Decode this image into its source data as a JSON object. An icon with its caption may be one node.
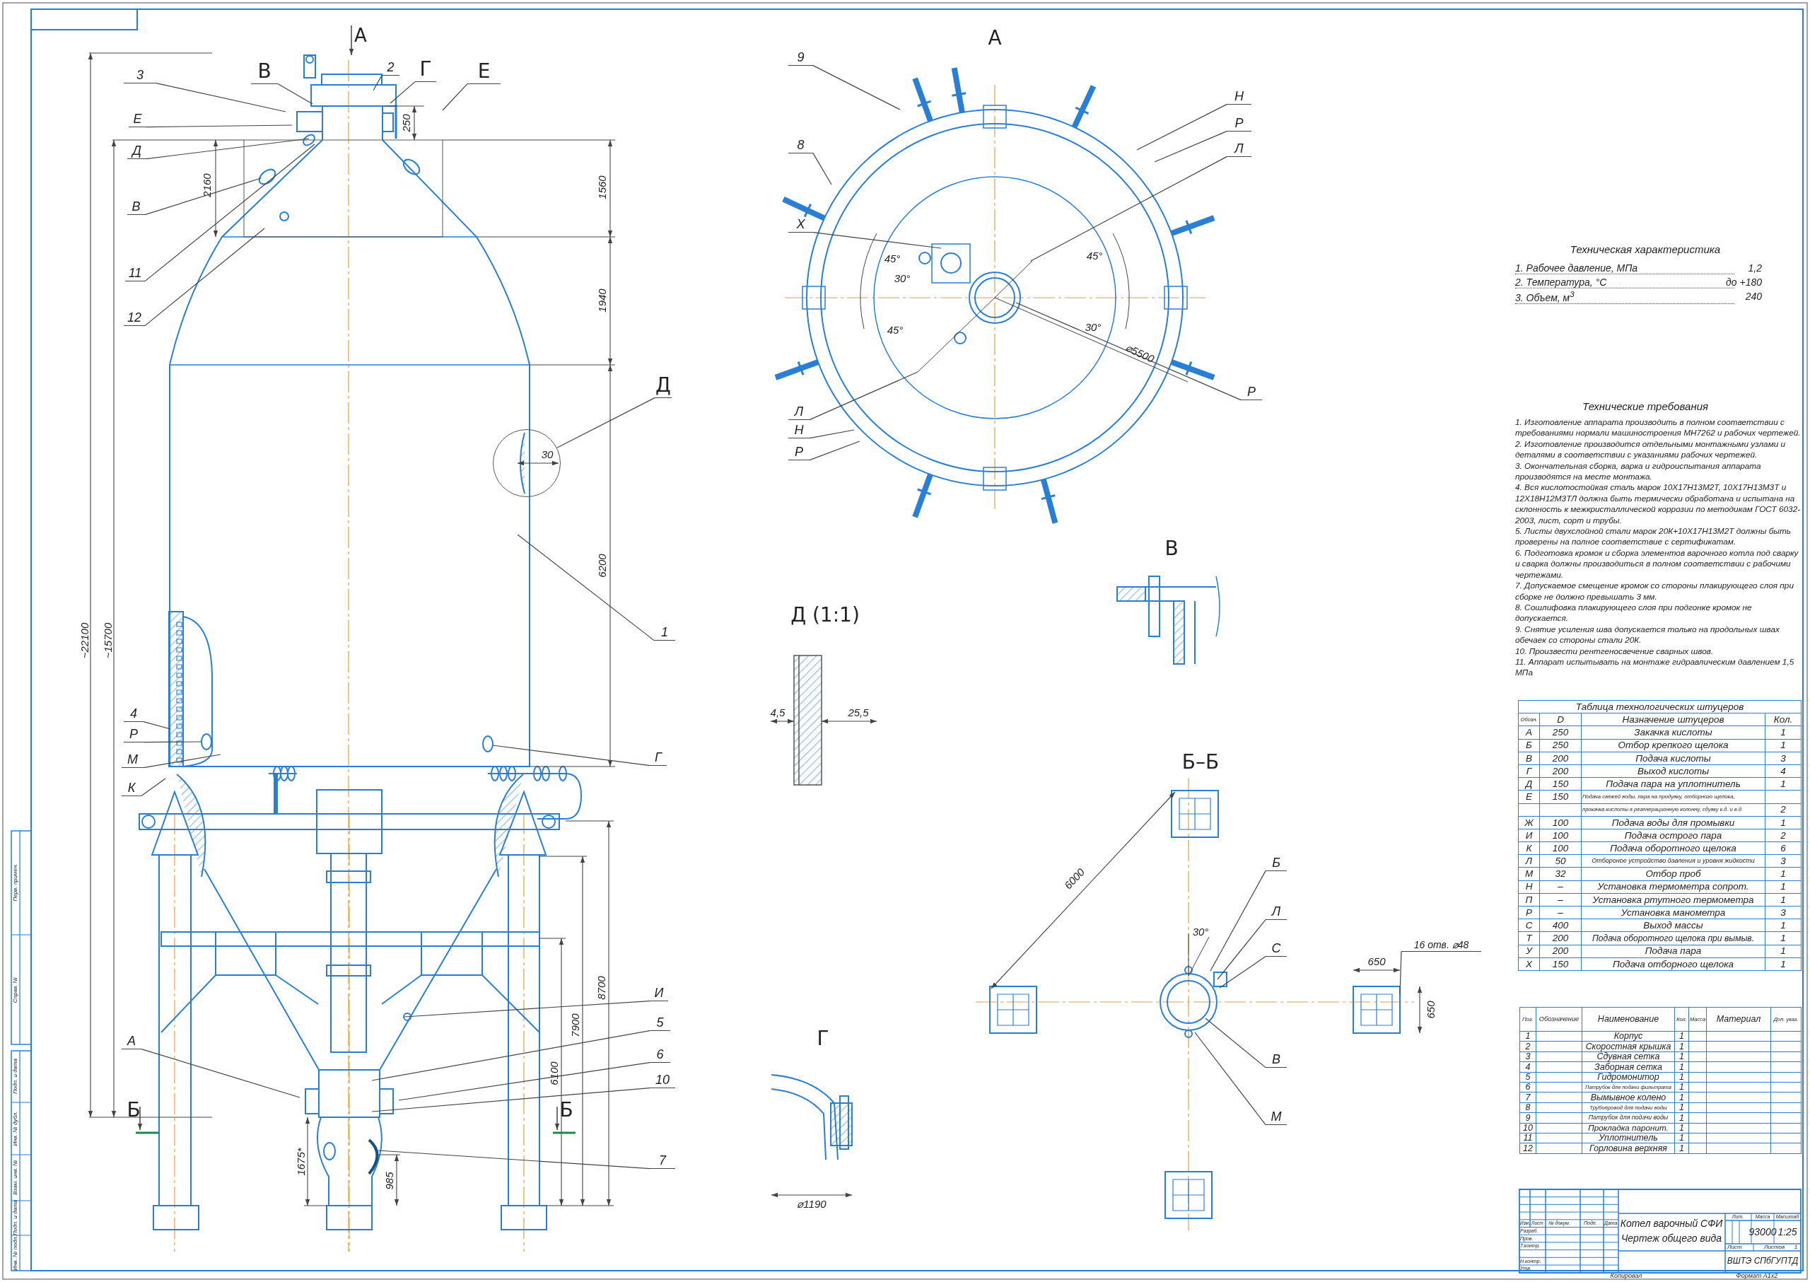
{
  "diagram": {
    "nodes": [
      {
        "text": [
          "3"
        ]
      },
      {
        "text": [
          "В"
        ]
      },
      {
        "text": [
          "2"
        ]
      },
      {
        "text": [
          "Г"
        ]
      },
      {
        "text": [
          "Е"
        ]
      },
      {
        "text": [
          "Е"
        ]
      },
      {
        "text": [
          "Д"
        ]
      },
      {
        "text": [
          "В"
        ]
      },
      {
        "text": [
          "11"
        ]
      },
      {
        "text": [
          "12"
        ]
      },
      {
        "text": [
          "Д"
        ]
      },
      {
        "text": [
          "1"
        ]
      },
      {
        "text": [
          "4"
        ]
      },
      {
        "text": [
          "Р"
        ]
      },
      {
        "text": [
          "М"
        ]
      },
      {
        "text": [
          "К"
        ]
      },
      {
        "text": [
          "Г"
        ]
      },
      {
        "text": [
          "И"
        ]
      },
      {
        "text": [
          "5"
        ]
      },
      {
        "text": [
          "6"
        ]
      },
      {
        "text": [
          "10"
        ]
      },
      {
        "text": [
          "А"
        ]
      },
      {
        "text": [
          "7"
        ]
      },
      {
        "text": [
          "9"
        ]
      },
      {
        "text": [
          "8"
        ]
      },
      {
        "text": [
          "Х"
        ]
      },
      {
        "text": [
          "Н"
        ]
      },
      {
        "text": [
          "Р"
        ]
      },
      {
        "text": [
          "Л"
        ]
      },
      {
        "text": [
          "Р"
        ]
      },
      {
        "text": [
          "Л"
        ]
      },
      {
        "text": [
          "Н"
        ]
      },
      {
        "text": [
          "Р"
        ]
      },
      {
        "text": [
          "Б"
        ]
      },
      {
        "text": [
          "Л"
        ]
      },
      {
        "text": [
          "С"
        ]
      },
      {
        "text": [
          "В"
        ]
      },
      {
        "text": [
          "М"
        ]
      },
      {
        "text": [
          "16 отв. ⌀48"
        ]
      },
      {
        "text": [],
        "shape": "circle"
      }
    ],
    "edges": [
      {
        "from": 0,
        "to": null,
        "arrow": "none"
      },
      {
        "from": 1,
        "to": null,
        "arrow": "none"
      },
      {
        "from": 2,
        "to": null,
        "arrow": "none"
      },
      {
        "from": 3,
        "to": null,
        "arrow": "none"
      },
      {
        "from": 4,
        "to": null,
        "arrow": "none"
      },
      {
        "from": 5,
        "to": null,
        "arrow": "none"
      },
      {
        "from": 6,
        "to": null,
        "arrow": "none"
      },
      {
        "from": 7,
        "to": null,
        "arrow": "none"
      },
      {
        "from": 8,
        "to": null,
        "arrow": "none"
      },
      {
        "from": 9,
        "to": null,
        "arrow": "none"
      },
      {
        "from": 10,
        "to": 39,
        "arrow": "none"
      },
      {
        "from": 11,
        "to": null,
        "arrow": "none"
      },
      {
        "from": 12,
        "to": null,
        "arrow": "none"
      },
      {
        "from": 13,
        "to": null,
        "arrow": "none"
      },
      {
        "from": 14,
        "to": null,
        "arrow": "none"
      },
      {
        "from": 15,
        "to": null,
        "arrow": "none"
      },
      {
        "from": 16,
        "to": null,
        "arrow": "none"
      },
      {
        "from": 17,
        "to": null,
        "arrow": "none"
      },
      {
        "from": 18,
        "to": null,
        "arrow": "none"
      },
      {
        "from": 19,
        "to": null,
        "arrow": "none"
      },
      {
        "from": 20,
        "to": null,
        "arrow": "none"
      },
      {
        "from": 21,
        "to": null,
        "arrow": "none"
      },
      {
        "from": 22,
        "to": null,
        "arrow": "none"
      },
      {
        "from": 23,
        "to": null,
        "arrow": "none"
      },
      {
        "from": 24,
        "to": null,
        "arrow": "none"
      },
      {
        "from": 25,
        "to": null,
        "arrow": "none"
      },
      {
        "from": 26,
        "to": null,
        "arrow": "none"
      },
      {
        "from": 27,
        "to": null,
        "arrow": "none"
      },
      {
        "from": 28,
        "to": null,
        "arrow": "none"
      },
      {
        "from": 29,
        "to": null,
        "arrow": "none"
      },
      {
        "from": 30,
        "to": null,
        "arrow": "none"
      },
      {
        "from": 31,
        "to": null,
        "arrow": "none"
      },
      {
        "from": 32,
        "to": null,
        "arrow": "none"
      },
      {
        "from": 33,
        "to": null,
        "arrow": "none"
      },
      {
        "from": 34,
        "to": null,
        "arrow": "none"
      },
      {
        "from": 35,
        "to": null,
        "arrow": "none"
      },
      {
        "from": 36,
        "to": null,
        "arrow": "none"
      },
      {
        "from": 37,
        "to": null,
        "arrow": "none"
      },
      {
        "from": 38,
        "to": null,
        "arrow": "none"
      }
    ],
    "labels": [
      "А",
      "~22100",
      "~15700",
      "2160",
      "250",
      "1560",
      "1940",
      "6200",
      "30",
      "8700",
      "7900",
      "6100",
      "1675*",
      "985",
      "Б",
      "Б",
      "А",
      "45°",
      "30°",
      "45°",
      "45°",
      "30°",
      "⌀5500",
      "В",
      "Д (1:1)",
      "4,5",
      "25,5",
      "Г",
      "⌀1190",
      "Б–Б",
      "6000",
      "30°",
      "650",
      "650",
      "Техническая характеристика",
      "1. Рабочее давление, МПа",
      "1,2",
      "2. Температура, °С",
      "до +180",
      "3. Объем, м$^{3}$",
      "240",
      "Технические требования",
      "1. Изготовление аппарата производить в полном соответствии с требованиями нормали машиностроения МН7262 и рабочих чертежей.",
      "2. Изготовление производится отдельными монтажными узлами и деталями в соответствии с указаниями рабочих чертежей.",
      "3. Окончательная сборка, варка и гидроиспытания аппарата производятся на месте монтажа.",
      "4. Вся кислотостойкая сталь марок 10Х17Н13М2Т, 10Х17Н13М3Т и 12Х18Н12М3ТЛ должна быть термически обработана и испытана на склонность к межкристаллической коррозии по методикам ГОСТ 6032-2003, лист, сорт и трубы.",
      "5. Листы двухслойной стали марок 20К+10Х17Н13М2Т должны быть проверены на полное соответствие с сертификатам.",
      "6. Подготовка кромок и сборка элементов варочного котла под сварку и сварка должны производиться в полном соответствии с рабочими чертежами.",
      "7. Допускаемое смещение кромок со стороны плакирующего слоя при сборке не должно превышать 3 мм.",
      "8. Сошлифовка плакирующего слоя при подгонке кромок не допускается.",
      "9. Снятие усиления шва допускается только на продольных швах обечаек со стороны стали 20К.",
      "10. Произвести рентгеносвечение сварных швов.",
      "11. Аппарат испытывать на монтаже гидравлическим давлением 1,5 МПа",
      "Таблица технологических штуцеров",
      "Обозн.",
      "D",
      "Назначение штуцеров",
      "Кол.",
      "А",
      "250",
      "Закачка кислоты",
      "1",
      "Б",
      "250",
      "Отбор крепкого щелока",
      "1",
      "В",
      "200",
      "Подача кислоты",
      "3",
      "Г",
      "200",
      "Выход кислоты",
      "4",
      "Д",
      "150",
      "Подача пара на уплотнитель",
      "1",
      "Е",
      "150",
      "Подача свежей воды, пара на продувку, отборного щелока,",
      "прокачка кислоты в регенерационную колонну, сдувку к.д. и в.д.",
      "2",
      "Ж",
      "100",
      "Подача воды для промывки",
      "1",
      "И",
      "100",
      "Подача острого пара",
      "2",
      "К",
      "100",
      "Подача оборотного щелока",
      "6",
      "Л",
      "50",
      "Отбороное устройство давления и уровня жидкости",
      "3",
      "М",
      "32",
      "Отбор проб",
      "1",
      "Н",
      "–",
      "Установка термометра сопрот.",
      "1",
      "П",
      "–",
      "Установка ртутного термометра",
      "1",
      "Р",
      "–",
      "Установка манометра",
      "3",
      "С",
      "400",
      "Выход массы",
      "1",
      "Т",
      "200",
      "Подача оборотного щелока при вымыв.",
      "1",
      "У",
      "200",
      "Подача пара",
      "1",
      "Х",
      "150",
      "Подача отборного щелока",
      "1",
      "Поз.",
      "Обозначение",
      "Наименование",
      "Кол.",
      "Масса",
      "Материал",
      "Доп. указ.",
      "1",
      "Корпус",
      "1",
      "2",
      "Скоростная крышка",
      "1",
      "3",
      "Сдувная сетка",
      "1",
      "4",
      "Заборная сетка",
      "1",
      "5",
      "Гидромонитор",
      "1",
      "6",
      "Патрубок для подачи фильтрата",
      "1",
      "7",
      "Вымывное колено",
      "1",
      "8",
      "Трубопровод для подачи воды",
      "1",
      "9",
      "Патрубок для подачи воды",
      "1",
      "10",
      "Прокладка паронит.",
      "1",
      "11",
      "Уплотнитель",
      "1",
      "12",
      "Горловина верхняя",
      "1",
      "Изм.",
      "Лист",
      "№ докум.",
      "Подп.",
      "Дата",
      "Разраб.",
      "Пров.",
      "Т.контр.",
      "Н.контр.",
      "Утв.",
      "Котел варочный СФИ",
      "Чертеж общего вида",
      "Лит.",
      "Масса",
      "Масштаб",
      "93000",
      "1:25",
      "Лист",
      "Листов",
      "1",
      "ВШТЭ СПбГУПТД",
      "Копировал",
      "Формат A1x2",
      "Перв. примен.",
      "Справ. №",
      "Подп. и дата",
      "Инв. № дубл.",
      "Взам. инв. №",
      "Подп. и дата",
      "Инв. № подл."
    ]
  }
}
